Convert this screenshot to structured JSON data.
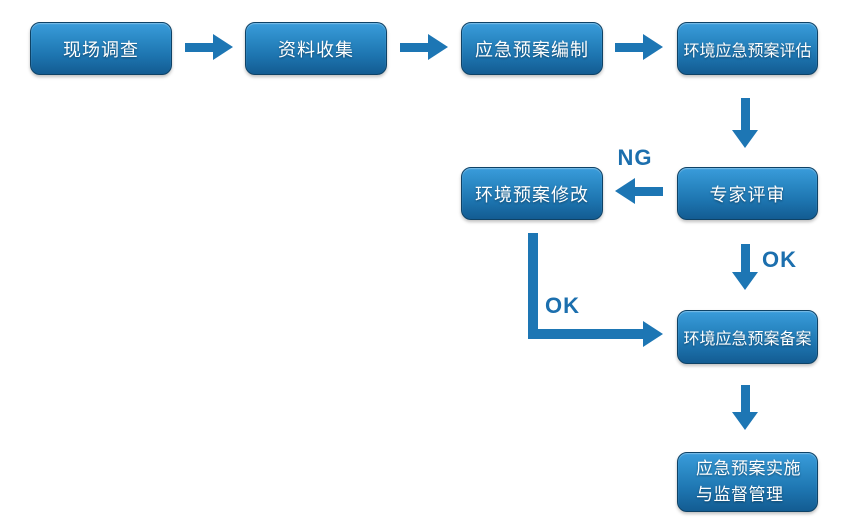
{
  "flowchart": {
    "nodes": [
      {
        "label": "现场调查"
      },
      {
        "label": "资料收集"
      },
      {
        "label": "应急预案编制"
      },
      {
        "label": "环境应急预案评估"
      },
      {
        "label": "专家评审"
      },
      {
        "label": "环境预案修改"
      },
      {
        "label": "环境应急预案备案"
      },
      {
        "label_line1": "应急预案实施",
        "label_line2": "与监督管理"
      }
    ],
    "edge_labels": {
      "ng": "NG",
      "ok_review_to_filing": "OK",
      "ok_revision_to_filing": "OK"
    },
    "colors": {
      "node_gradient_top": "#3a9cdb",
      "node_gradient_bottom": "#135c92",
      "node_border": "#0e4266",
      "node_text": "#ffffff",
      "arrow": "#1d76b4",
      "edge_label_text": "#1c6fae",
      "background": "#ffffff"
    }
  }
}
